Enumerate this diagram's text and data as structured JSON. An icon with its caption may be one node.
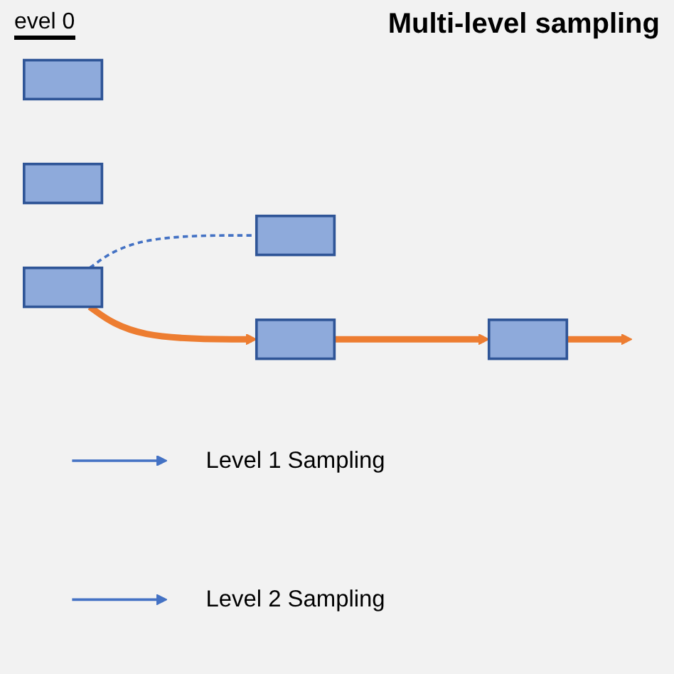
{
  "diagram": {
    "title": "Multi-level sampling",
    "nodes": [
      {
        "text": [],
        "shape": "box"
      },
      {
        "text": [],
        "shape": "box"
      },
      {
        "text": [],
        "shape": "box"
      },
      {
        "text": [],
        "shape": "box"
      },
      {
        "text": [
          "Level 1 Sampling"
        ]
      },
      {
        "text": [],
        "shape": "box"
      },
      {
        "text": [
          "Level 2 Sampling"
        ]
      },
      {
        "text": [],
        "shape": "box"
      }
    ],
    "edges": [
      {
        "from": 2,
        "to": 3,
        "arrow": "none",
        "style": "dashed",
        "color": "#4472c4"
      },
      {
        "from": 2,
        "to": 5,
        "arrow": "to",
        "style": "thick",
        "color": "#ed7d31"
      },
      {
        "from": 5,
        "to": 7,
        "arrow": "to",
        "style": "thick",
        "color": "#ed7d31"
      },
      {
        "from": 7,
        "to": null,
        "arrow": "to",
        "style": "thick",
        "color": "#ed7d31"
      },
      {
        "from": null,
        "to": 4,
        "arrow": "to",
        "color": "#4472c4"
      },
      {
        "from": null,
        "to": 6,
        "arrow": "to",
        "color": "#4472c4"
      }
    ],
    "labels": [
      "evel 0"
    ]
  }
}
